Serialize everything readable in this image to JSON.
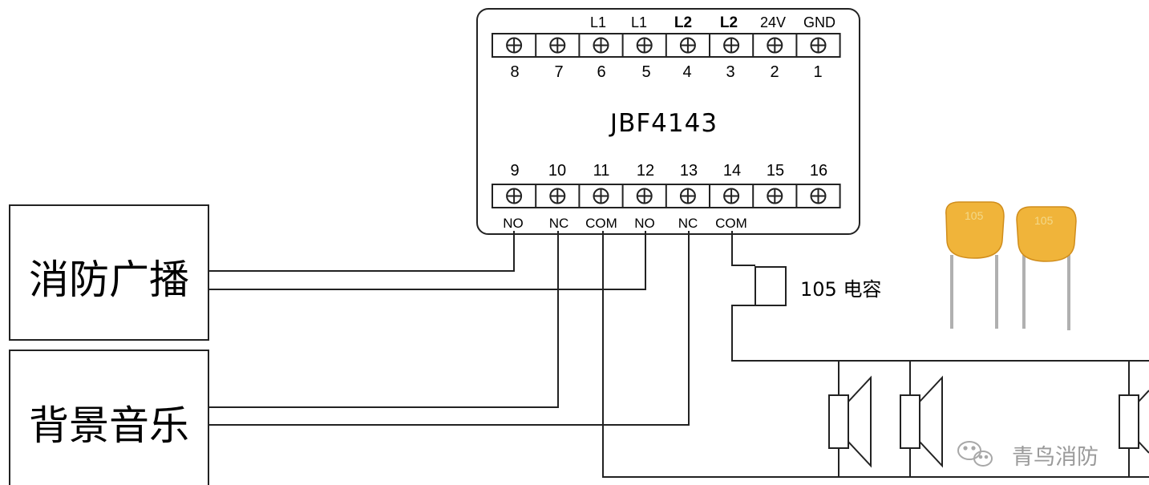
{
  "module": {
    "model": "JBF4143",
    "top_labels": [
      "L1",
      "L1",
      "L2",
      "L2",
      "24V",
      "GND"
    ],
    "top_numbers": [
      "8",
      "7",
      "6",
      "5",
      "4",
      "3",
      "2",
      "1"
    ],
    "bottom_numbers": [
      "9",
      "10",
      "11",
      "12",
      "13",
      "14",
      "15",
      "16"
    ],
    "bottom_labels": [
      "NO",
      "NC",
      "COM",
      "NO",
      "NC",
      "COM"
    ]
  },
  "sources": {
    "fire_broadcast": "消防广播",
    "background_music": "背景音乐"
  },
  "capacitor": {
    "label": "105 电容",
    "code": "105"
  },
  "watermark": {
    "text": "青鸟消防",
    "icon": "wechat-icon"
  },
  "colors": {
    "capacitor_body": "#f0b43a",
    "capacitor_leg": "#b8b8b8",
    "wire": "#222222",
    "watermark": "#9a9a9a"
  }
}
